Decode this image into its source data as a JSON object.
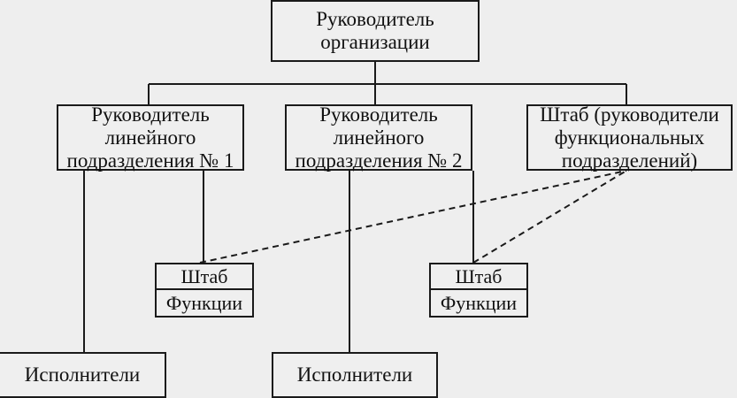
{
  "diagram": {
    "head": "Руководитель\nорганизации",
    "unit1": "Руководитель\nлинейного\nподразделения № 1",
    "unit2": "Руководитель\nлинейного\nподразделения № 2",
    "staff_main": "Штаб (руководители\nфункциональных\nподразделений)",
    "staff_left": {
      "top": "Штаб",
      "bottom": "Функции"
    },
    "staff_right": {
      "top": "Штаб",
      "bottom": "Функции"
    },
    "exec_left": "Исполнители",
    "exec_right": "Исполнители"
  }
}
